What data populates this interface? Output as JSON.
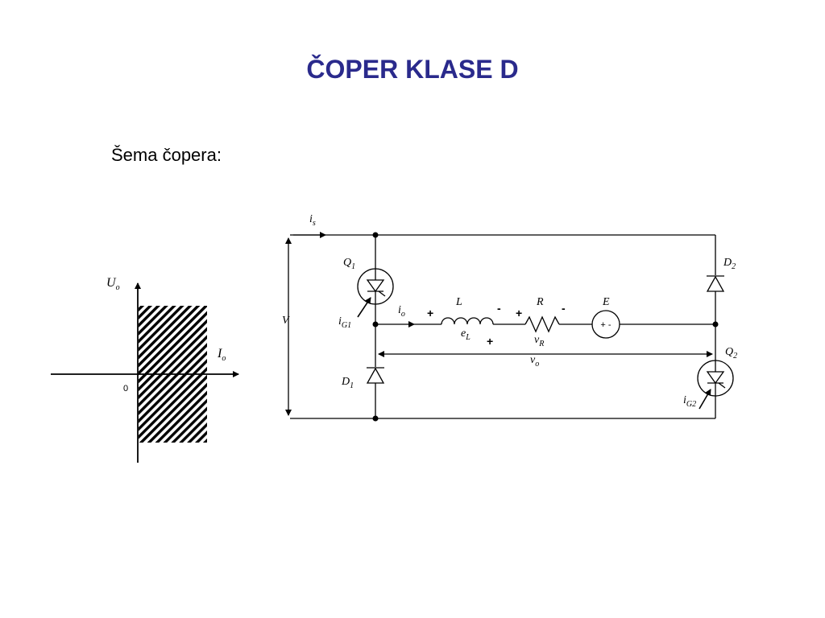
{
  "slide": {
    "title": "ČOPER KLASE D",
    "subtitle": "Šema čopera:"
  },
  "quadrant": {
    "y_axis": {
      "main": "U",
      "sub": "o"
    },
    "x_axis": {
      "main": "I",
      "sub": "o"
    },
    "origin": "0"
  },
  "circuit": {
    "is": {
      "main": "i",
      "sub": "s"
    },
    "V": "V",
    "Q1": {
      "main": "Q",
      "sub": "1"
    },
    "iG1": {
      "main": "i",
      "sub": "G1"
    },
    "D1": {
      "main": "D",
      "sub": "1"
    },
    "io": {
      "main": "i",
      "sub": "o"
    },
    "L": "L",
    "eL": {
      "main": "e",
      "sub": "L"
    },
    "R": "R",
    "vR": {
      "main": "v",
      "sub": "R"
    },
    "E": "E",
    "E_polarity": "+ -",
    "vo": {
      "main": "v",
      "sub": "o"
    },
    "D2": {
      "main": "D",
      "sub": "2"
    },
    "Q2": {
      "main": "Q",
      "sub": "2"
    },
    "iG2": {
      "main": "i",
      "sub": "G2"
    },
    "plus": "+",
    "minus": "-"
  }
}
